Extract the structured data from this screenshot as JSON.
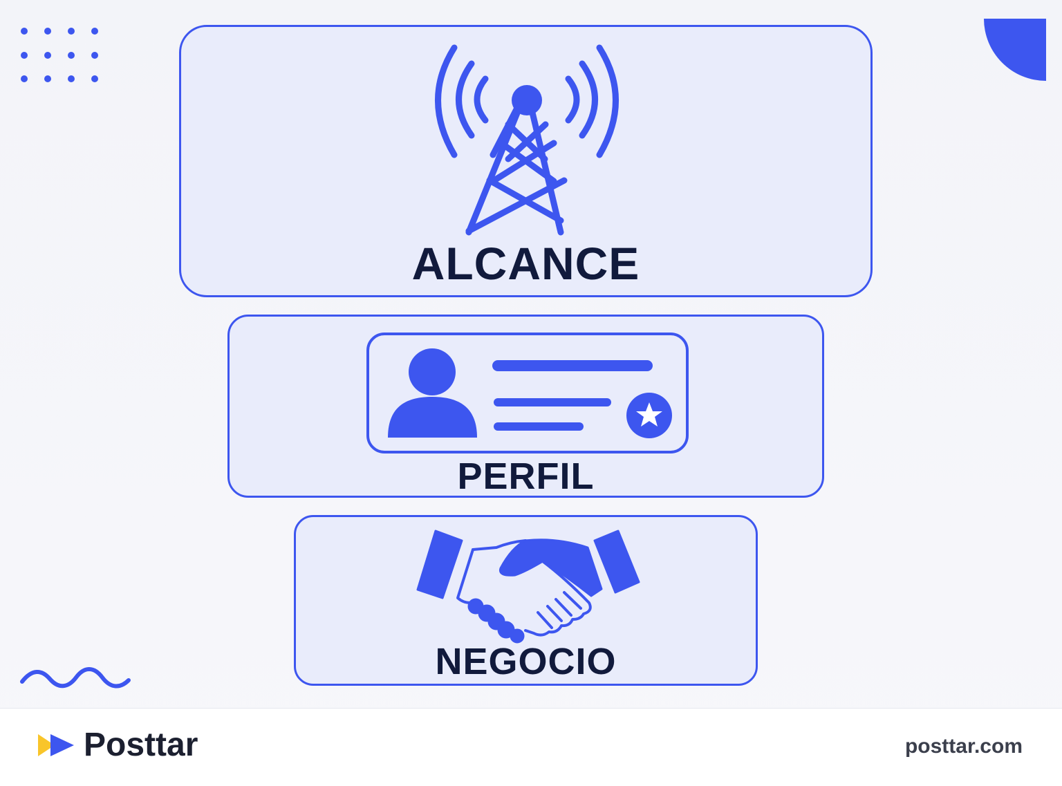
{
  "colors": {
    "accent": "#3d56ef",
    "box_fill": "#e9ecfb",
    "label_text": "#111a3c",
    "logo_yellow": "#f9c52a",
    "footer_url": "#3b3f4c"
  },
  "cards": {
    "alcance": {
      "label": "ALCANCE",
      "icon": "radio-tower-icon"
    },
    "perfil": {
      "label": "PERFIL",
      "icon": "profile-card-icon"
    },
    "negocio": {
      "label": "NEGOCIO",
      "icon": "handshake-icon"
    }
  },
  "decorations": {
    "top_left": "dot-grid",
    "top_right": "quarter-circle",
    "bottom_left": "wave-line"
  },
  "footer": {
    "brand": "Posttar",
    "logo_icon": "play-arrows-logo",
    "url": "posttar.com"
  }
}
